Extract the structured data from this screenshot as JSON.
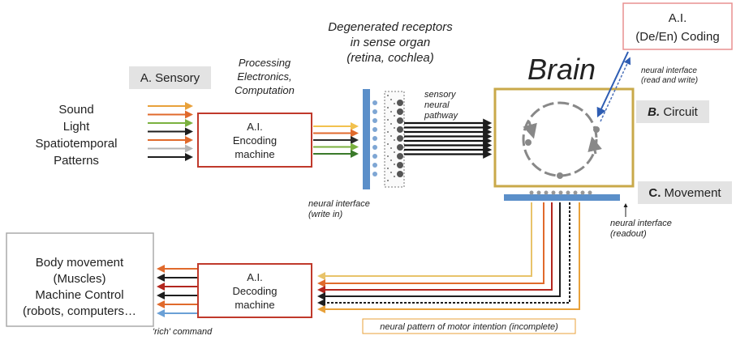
{
  "inputs": {
    "lines": [
      "Sound",
      "Light",
      "Spatiotemporal",
      "Patterns"
    ],
    "arrow_colors": [
      "#e8a13a",
      "#e06a2c",
      "#7bb13f",
      "#1e1e1e",
      "#e06a2c",
      "#b5b5b5",
      "#1e1e1e"
    ]
  },
  "sensory": {
    "label": "A. Sensory"
  },
  "processing": {
    "lines": [
      "Processing",
      "Electronics,",
      "Computation"
    ]
  },
  "encoder": {
    "lines": [
      "A.I.",
      "Encoding",
      "machine"
    ],
    "out_colors": [
      "#f2c14e",
      "#e06a2c",
      "#2a2a2a",
      "#7bb13f",
      "#3a7a2a"
    ]
  },
  "receptor": {
    "title_lines": [
      "Degenerated receptors",
      "in sense organ",
      "(retina, cochlea)"
    ],
    "interface_lines": [
      "neural interface",
      "(write in)"
    ]
  },
  "pathway": {
    "lines": [
      "sensory",
      "neural",
      "pathway"
    ]
  },
  "brain": {
    "title": "Brain"
  },
  "coding": {
    "lines": [
      "A.I.",
      "(De/En) Coding"
    ],
    "interface_lines": [
      "neural interface",
      "(read and write)"
    ]
  },
  "circuit": {
    "prefix": "B.",
    "label": " Circuit"
  },
  "movement": {
    "prefix": "C.",
    "label": " Movement",
    "interface_lines": [
      "neural interface",
      "(readout)"
    ]
  },
  "decoder": {
    "lines": [
      "A.I.",
      "Decoding",
      "machine"
    ],
    "in_colors": [
      "#e8c36a",
      "#e06a2c",
      "#b3261e",
      "#1e1e1e",
      "#1e1e1e",
      "#e8a13a"
    ],
    "out_colors": [
      "#e06a2c",
      "#1e1e1e",
      "#b3261e",
      "#1e1e1e",
      "#e06a2c",
      "#6aa0d6"
    ]
  },
  "output": {
    "lines": [
      "Body movement",
      "(Muscles)",
      "Machine Control",
      "(robots, computers…"
    ],
    "command": "'rich' command"
  },
  "motor": {
    "label": "neural pattern of motor intention (incomplete)"
  }
}
